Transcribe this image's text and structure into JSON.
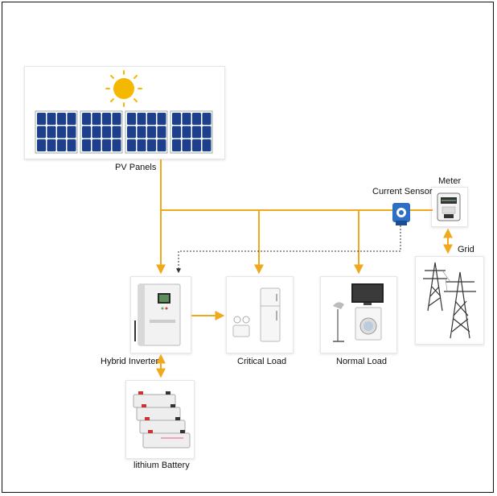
{
  "labels": {
    "pv_panels": "PV Panels",
    "current_sensor": "Current Sensor",
    "meter": "Meter",
    "grid": "Grid",
    "hybrid_inverter": "Hybrid Inverter",
    "critical_load": "Critical Load",
    "normal_load": "Normal Load",
    "battery": "lithium Battery"
  },
  "colors": {
    "flow_line": "#f0a81c",
    "signal_line": "#333333",
    "sun": "#f5b800",
    "panel": "#1e3f8c",
    "sensor": "#2d6fc4"
  }
}
